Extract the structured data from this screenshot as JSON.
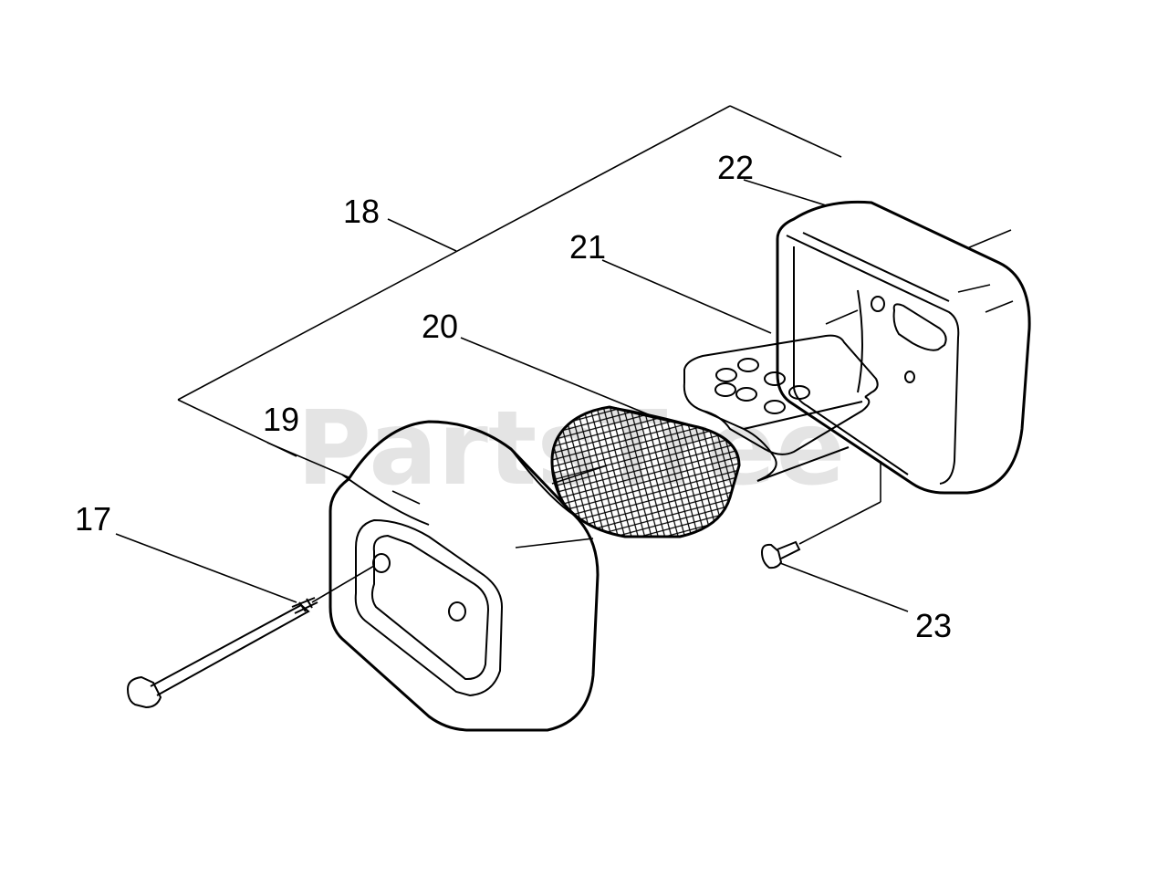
{
  "diagram": {
    "watermark": "PartsTree",
    "callouts": {
      "p17": "17",
      "p18": "18",
      "p19": "19",
      "p20": "20",
      "p21": "21",
      "p22": "22",
      "p23": "23"
    }
  }
}
